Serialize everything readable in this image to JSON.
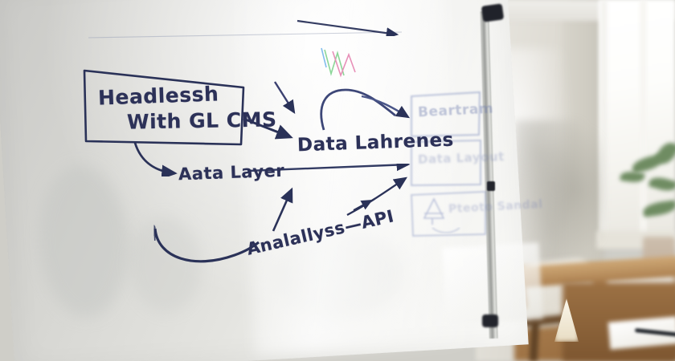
{
  "scene": {
    "title": "Office whiteboard with hand-drawn architecture diagram",
    "ink_color": "#2c3158",
    "board_color": "#e8e8e4",
    "faded_ink_color": "#6e7caf"
  },
  "whiteboard": {
    "boxes": [
      {
        "id": "headless-cms",
        "label_line1": "Headlessh",
        "label_line2": "With GL CMS",
        "style": "solid-dark"
      },
      {
        "id": "right-box-1",
        "label": "Beartram",
        "style": "faded"
      },
      {
        "id": "right-box-2",
        "label": "Data Layout",
        "style": "faded"
      },
      {
        "id": "right-box-3",
        "label": "Pteoto  Sandal",
        "style": "faded",
        "icon": "triangle-sketch-icon"
      }
    ],
    "labels": [
      {
        "id": "data-lahrenes",
        "text": "Data Lahrenes"
      },
      {
        "id": "aata-layer",
        "text": "Aata Layer"
      },
      {
        "id": "analallyss-api",
        "text": "Analallyss—API"
      }
    ],
    "connectors": [
      {
        "id": "cms-to-data",
        "from": "headless-cms",
        "to": "data-lahrenes",
        "kind": "straight-arrow"
      },
      {
        "id": "cms-to-aata",
        "from": "headless-cms",
        "to": "aata-layer",
        "kind": "curved-arrow"
      },
      {
        "id": "top-diagonal",
        "from": "top",
        "to": "data-lahrenes",
        "kind": "straight-arrow"
      },
      {
        "id": "arc-into-data",
        "from": "top",
        "to": "data-lahrenes",
        "kind": "curved-arrow"
      },
      {
        "id": "arc-to-box1",
        "from": "data-lahrenes",
        "to": "right-box-1",
        "kind": "curved-arrow"
      },
      {
        "id": "aata-to-box2",
        "from": "aata-layer",
        "to": "right-box-2",
        "kind": "long-straight-arrow"
      },
      {
        "id": "api-to-data",
        "from": "analallyss-api",
        "to": "data-lahrenes",
        "kind": "straight-arrow"
      },
      {
        "id": "api-to-box2",
        "from": "analallyss-api",
        "to": "right-box-2",
        "kind": "straight-arrow"
      },
      {
        "id": "api-up-tick",
        "from": "analallyss-api",
        "to": "data-lahrenes",
        "kind": "short-arrow"
      },
      {
        "id": "sweep-to-api",
        "from": "lower-left",
        "to": "analallyss-api",
        "kind": "curved-arrow"
      },
      {
        "id": "top-long-line",
        "from": "left",
        "to": "right",
        "kind": "long-line"
      }
    ],
    "marks": [
      {
        "id": "color-zigzag",
        "description": "multicolor marker zigzag",
        "colors": [
          "#e45c9a",
          "#5ec86d",
          "#5aa8e8"
        ]
      }
    ]
  },
  "room": {
    "objects": [
      {
        "id": "whiteboard-frame",
        "label": "whiteboard frame"
      },
      {
        "id": "wall",
        "label": "wall"
      },
      {
        "id": "window",
        "label": "window"
      },
      {
        "id": "plant",
        "label": "potted plant"
      },
      {
        "id": "desk",
        "label": "wooden desk"
      },
      {
        "id": "chair",
        "label": "office chair"
      },
      {
        "id": "papers",
        "label": "papers"
      },
      {
        "id": "pen",
        "label": "pen"
      },
      {
        "id": "laptop",
        "label": "laptop"
      }
    ]
  }
}
